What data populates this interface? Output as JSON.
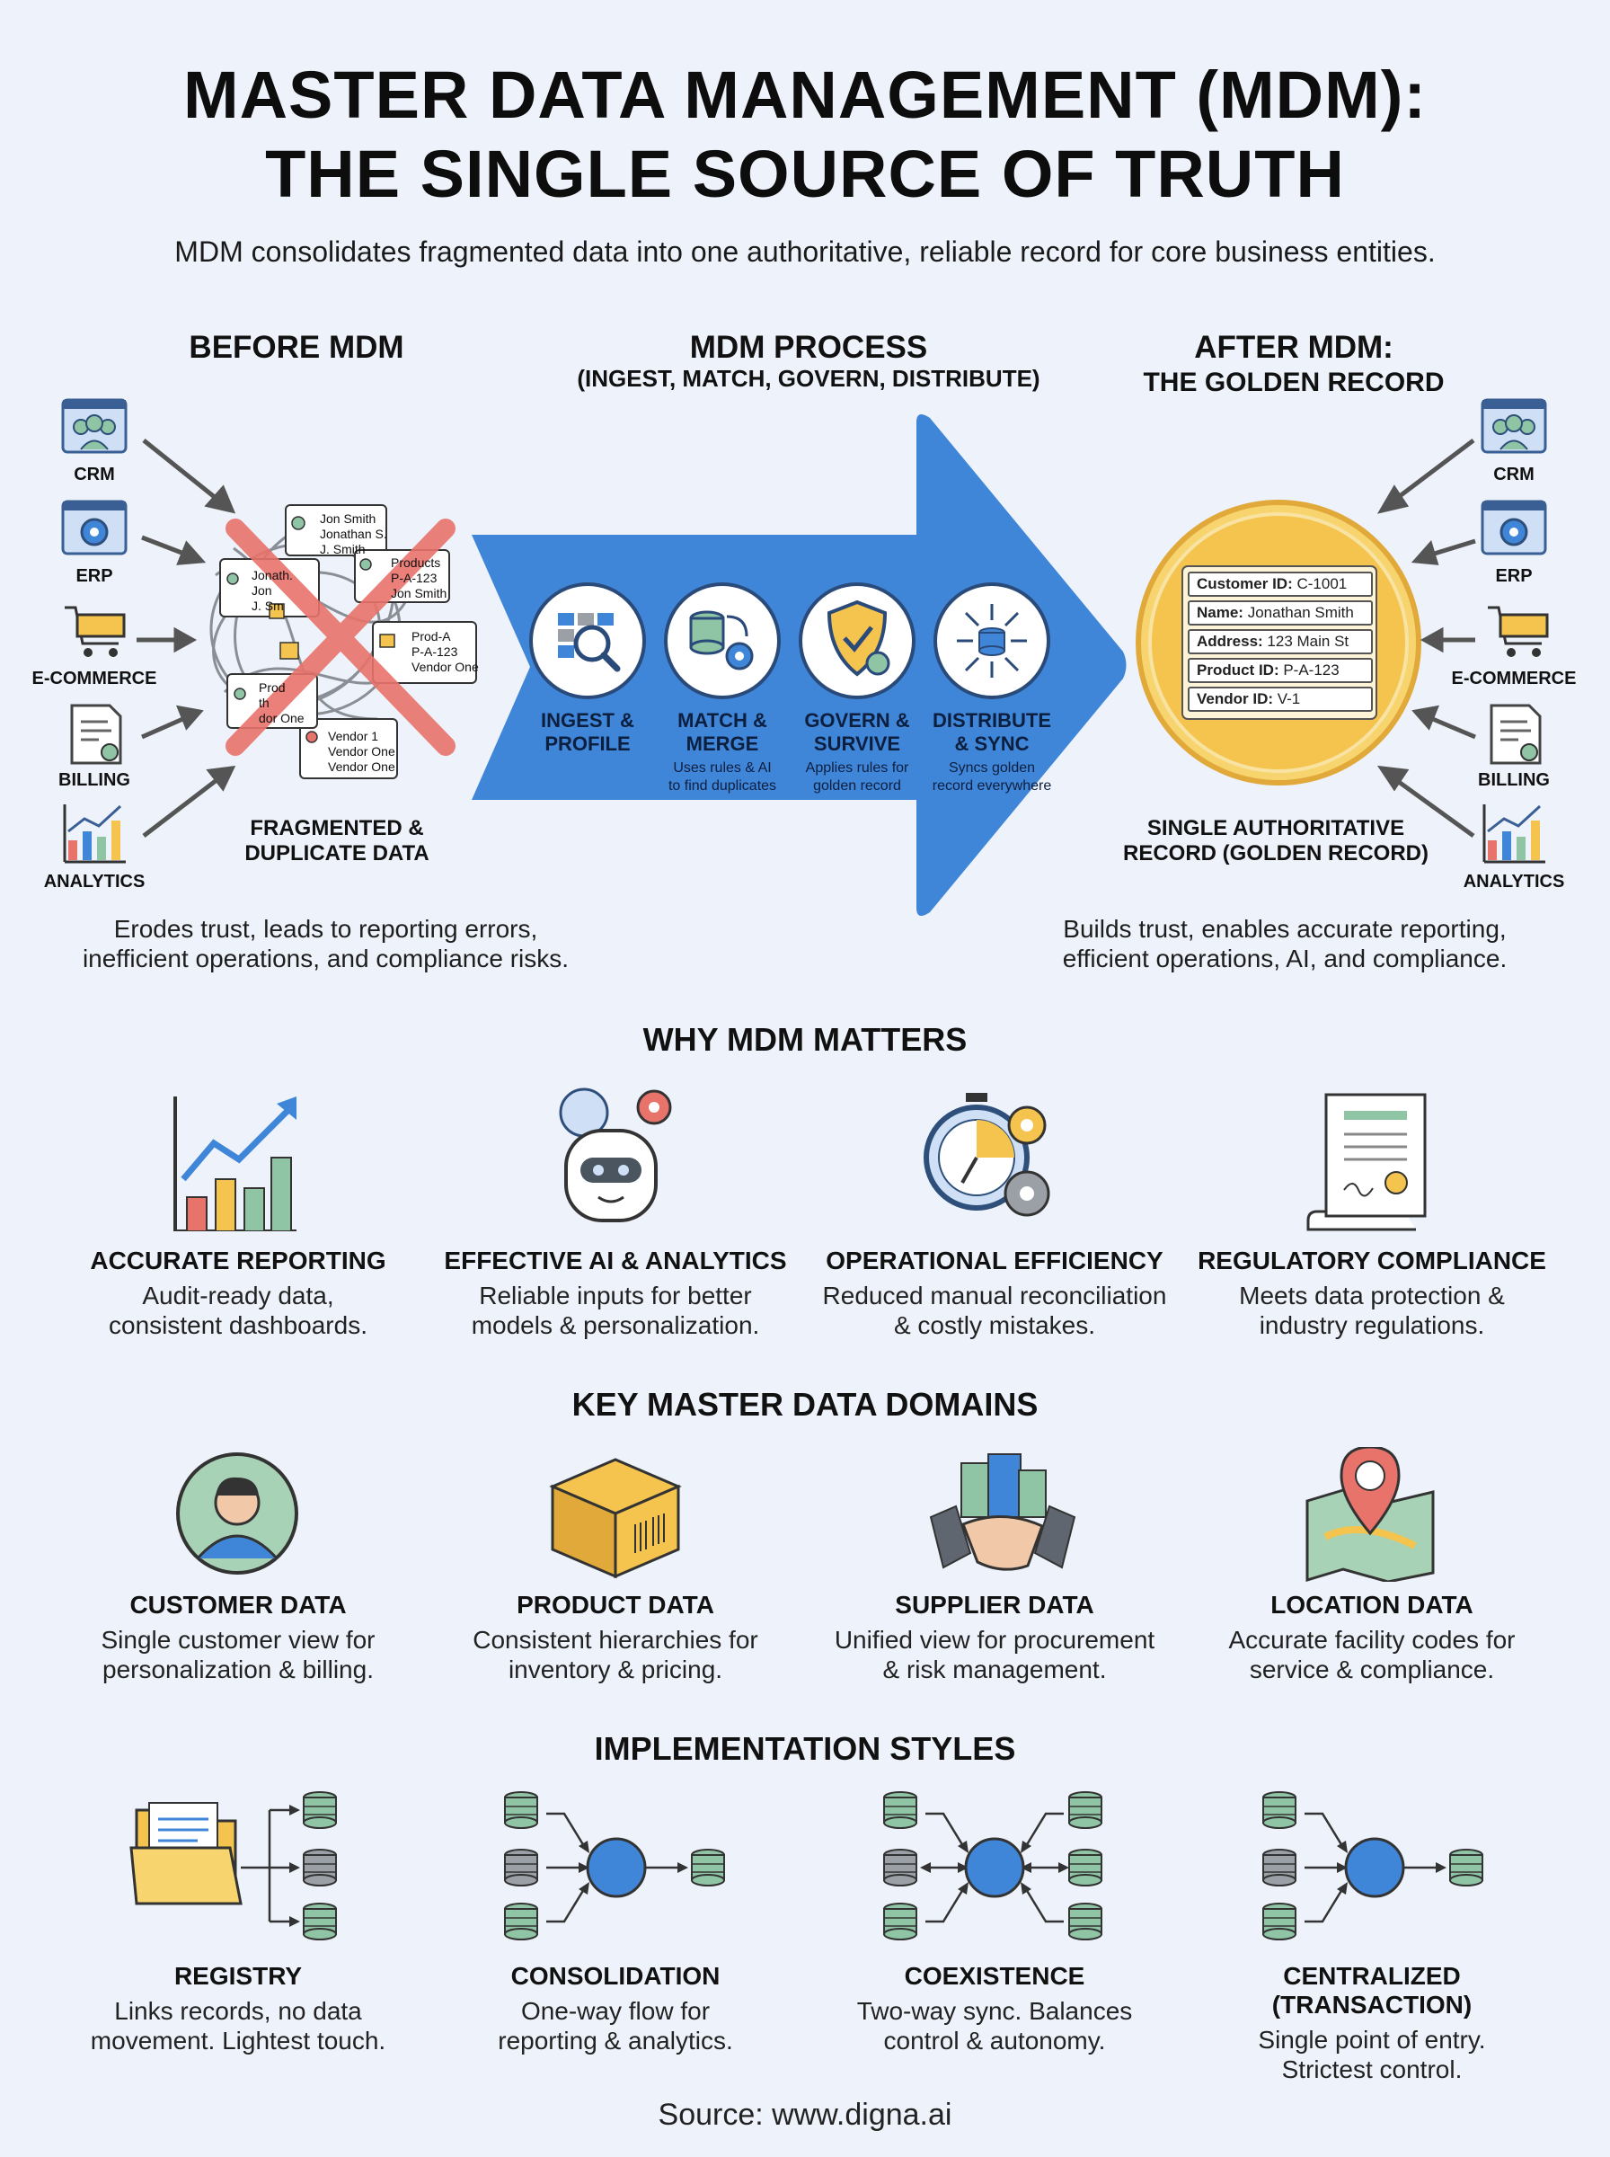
{
  "header": {
    "title_line1": "MASTER DATA MANAGEMENT (MDM):",
    "title_line2": "THE SINGLE SOURCE OF TRUTH",
    "subtitle": "MDM consolidates fragmented data into one authoritative, reliable record for core business entities."
  },
  "before": {
    "heading": "BEFORE MDM",
    "sources": [
      "CRM",
      "ERP",
      "E-COMMERCE",
      "BILLING",
      "ANALYTICS"
    ],
    "caption_line1": "FRAGMENTED &",
    "caption_line2": "DUPLICATE DATA",
    "cards": {
      "c1": [
        "Jon Smith",
        "Jonathan S.",
        "J. Smith"
      ],
      "c2": [
        "Products",
        "P-A-123",
        "Jon Smith"
      ],
      "c3": [
        "Prod-A",
        "P-A-123",
        "Vendor One"
      ],
      "c4": [
        "Vendor 1",
        "Vendor One",
        "Vendor One"
      ],
      "c5": [
        "Jonath.",
        "Jon",
        "J. Sm"
      ],
      "c6": [
        "Prod",
        "th",
        "dor One"
      ]
    },
    "desc_line1": "Erodes trust, leads to reporting errors,",
    "desc_line2": "inefficient operations, and compliance risks."
  },
  "process": {
    "heading": "MDM PROCESS",
    "subheading": "(INGEST, MATCH, GOVERN, DISTRIBUTE)",
    "steps": [
      {
        "title1": "INGEST &",
        "title2": "PROFILE",
        "desc1": "",
        "desc2": "",
        "icon": "magnifier-icon"
      },
      {
        "title1": "MATCH &",
        "title2": "MERGE",
        "desc1": "Uses rules & AI",
        "desc2": "to find duplicates",
        "icon": "database-gear-icon"
      },
      {
        "title1": "GOVERN &",
        "title2": "SURVIVE",
        "desc1": "Applies rules for",
        "desc2": "golden record",
        "icon": "shield-check-icon"
      },
      {
        "title1": "DISTRIBUTE",
        "title2": "& SYNC",
        "desc1": "Syncs golden",
        "desc2": "record everywhere",
        "icon": "distribute-icon"
      }
    ]
  },
  "after": {
    "heading_line1": "AFTER MDM:",
    "heading_line2": "THE GOLDEN RECORD",
    "sources": [
      "CRM",
      "ERP",
      "E-COMMERCE",
      "BILLING",
      "ANALYTICS"
    ],
    "record": [
      {
        "key": "Customer ID:",
        "value": "C-1001"
      },
      {
        "key": "Name:",
        "value": "Jonathan Smith"
      },
      {
        "key": "Address:",
        "value": "123 Main St"
      },
      {
        "key": "Product ID:",
        "value": "P-A-123"
      },
      {
        "key": "Vendor ID:",
        "value": "V-1"
      }
    ],
    "caption_line1": "SINGLE AUTHORITATIVE",
    "caption_line2": "RECORD (GOLDEN RECORD)",
    "desc_line1": "Builds trust, enables accurate reporting,",
    "desc_line2": "efficient operations, AI, and compliance."
  },
  "why": {
    "heading": "WHY MDM MATTERS",
    "items": [
      {
        "title": "ACCURATE REPORTING",
        "desc1": "Audit-ready data,",
        "desc2": "consistent dashboards."
      },
      {
        "title": "EFFECTIVE AI & ANALYTICS",
        "desc1": "Reliable inputs for better",
        "desc2": "models & personalization."
      },
      {
        "title": "OPERATIONAL EFFICIENCY",
        "desc1": "Reduced manual reconciliation",
        "desc2": "& costly mistakes."
      },
      {
        "title": "REGULATORY COMPLIANCE",
        "desc1": "Meets data protection &",
        "desc2": "industry regulations."
      }
    ]
  },
  "domains": {
    "heading": "KEY MASTER DATA DOMAINS",
    "items": [
      {
        "title": "CUSTOMER DATA",
        "desc1": "Single customer view for",
        "desc2": "personalization & billing."
      },
      {
        "title": "PRODUCT DATA",
        "desc1": "Consistent hierarchies for",
        "desc2": "inventory & pricing."
      },
      {
        "title": "SUPPLIER DATA",
        "desc1": "Unified view for procurement",
        "desc2": "& risk management."
      },
      {
        "title": "LOCATION DATA",
        "desc1": "Accurate facility codes for",
        "desc2": "service & compliance."
      }
    ]
  },
  "styles": {
    "heading": "IMPLEMENTATION STYLES",
    "items": [
      {
        "title": "REGISTRY",
        "desc1": "Links records, no data",
        "desc2": "movement. Lightest touch."
      },
      {
        "title": "CONSOLIDATION",
        "desc1": "One-way flow for",
        "desc2": "reporting & analytics."
      },
      {
        "title": "COEXISTENCE",
        "desc1": "Two-way sync. Balances",
        "desc2": "control & autonomy."
      },
      {
        "title": "CENTRALIZED (TRANSACTION)",
        "desc1": "Single point of entry.",
        "desc2": "Strictest control."
      }
    ]
  },
  "footer": {
    "source": "Source: www.digna.ai"
  },
  "colors": {
    "arrow_blue": "#3f86d9",
    "gold": "#f4c44e",
    "red_x": "#e8736b",
    "green_db": "#8fc4a4",
    "gray_db": "#9aa0a6"
  }
}
